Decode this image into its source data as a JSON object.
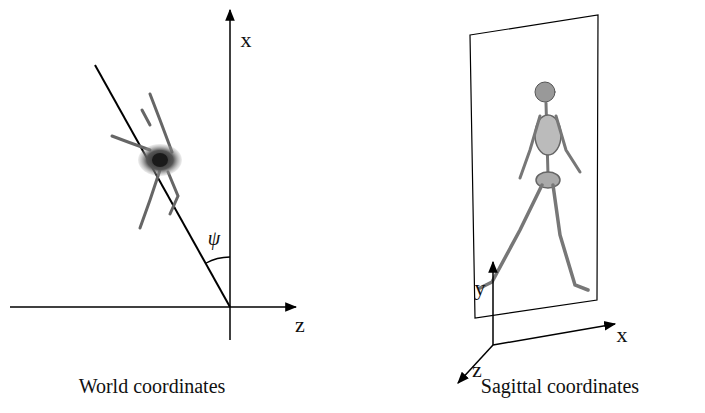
{
  "diagram": {
    "labels": [
      "x",
      "ψ",
      "z",
      "y",
      "x",
      "z",
      "World coordinates",
      "Sagittal coordinates"
    ]
  }
}
